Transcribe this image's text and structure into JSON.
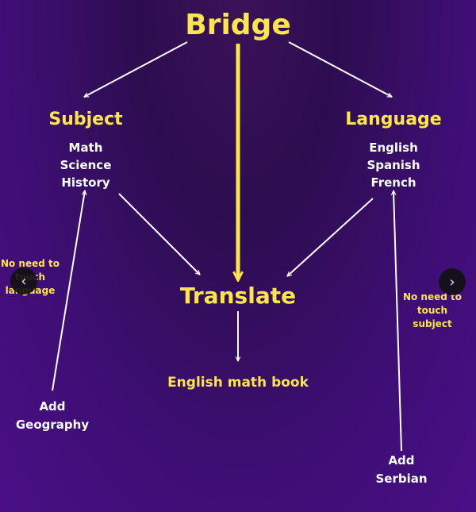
{
  "diagram": {
    "title": "Bridge",
    "subject": {
      "heading": "Subject",
      "items": [
        "Math",
        "Science",
        "History"
      ]
    },
    "language": {
      "heading": "Language",
      "items": [
        "English",
        "Spanish",
        "French"
      ]
    },
    "translate": "Translate",
    "result": "English math book",
    "left_note": [
      "No need to",
      "touch",
      "language"
    ],
    "right_note": [
      "No need to",
      "touch",
      "subject"
    ],
    "left_add": [
      "Add",
      "Geography"
    ],
    "right_add": [
      "Add",
      "Serbian"
    ]
  },
  "colors": {
    "accent": "#fde64b",
    "text": "#ffffff",
    "background": "#3d0e73"
  },
  "nav": {
    "prev_icon": "‹",
    "next_icon": "›"
  }
}
